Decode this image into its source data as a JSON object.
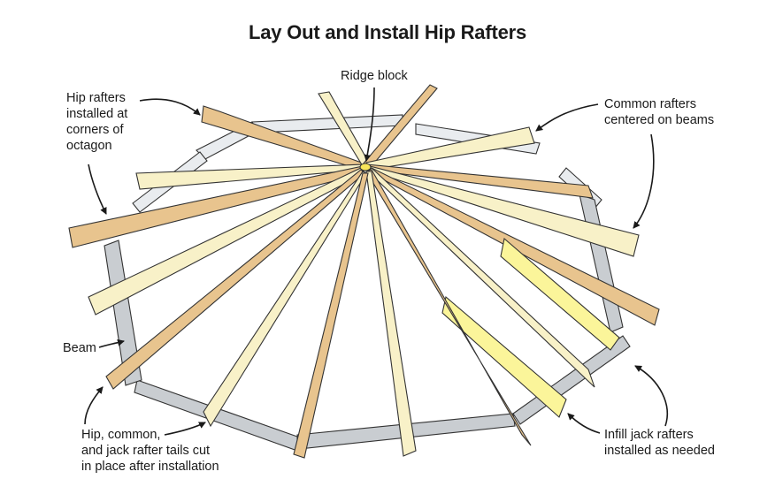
{
  "title": "Lay Out and Install Hip Rafters",
  "labels": {
    "ridge_block": "Ridge block",
    "hip_rafters": "Hip rafters\ninstalled at\ncorners of\noctagon",
    "common_rafters": "Common rafters\ncentered on beams",
    "beam": "Beam",
    "tails": "Hip, common,\nand jack rafter tails cut\nin place after installation",
    "infill": "Infill jack rafters\ninstalled as needed"
  },
  "colors": {
    "hip_rafter": "#e8c48e",
    "hip_rafter_side": "#c9995a",
    "common_rafter": "#f8f1c8",
    "common_rafter_side": "#ddd3a0",
    "jack_rafter": "#fbf59a",
    "jack_rafter_side": "#ddd47a",
    "beam_top": "#e9ecef",
    "beam_side": "#c9cdd1",
    "ridge_block": "#f7e55a",
    "outline": "#333333"
  }
}
